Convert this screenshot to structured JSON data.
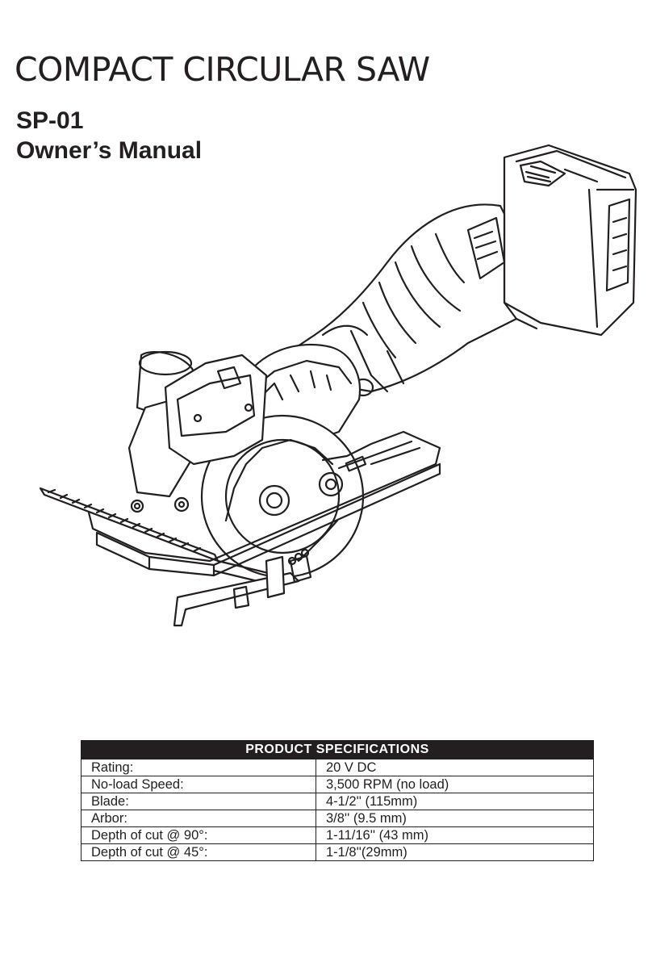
{
  "title": "COMPACT CIRCULAR SAW",
  "model": "SP-01",
  "subtitle": "Owner’s Manual",
  "illustration": {
    "icon": "circular-saw-line-drawing"
  },
  "specifications": {
    "header": "PRODUCT  SPECIFICATIONS",
    "rows": [
      {
        "label": "Rating:",
        "value": "20 V DC"
      },
      {
        "label": "No-load Speed:",
        "value": "3,500 RPM (no load)"
      },
      {
        "label": "Blade:",
        "value": "4-1/2'' (115mm)"
      },
      {
        "label": "Arbor:",
        "value": "3/8'' (9.5 mm)"
      },
      {
        "label": "Depth of cut @ 90°:",
        "value": "1-11/16'' (43 mm)"
      },
      {
        "label": "Depth of cut @ 45°:",
        "value": "1-1/8''(29mm)"
      }
    ]
  }
}
